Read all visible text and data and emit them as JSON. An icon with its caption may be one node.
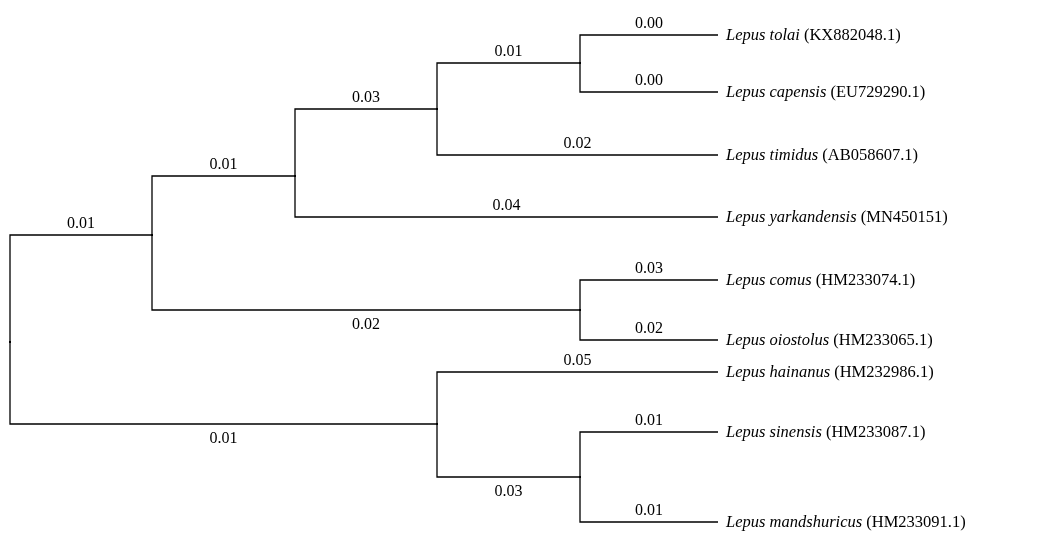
{
  "diagram": {
    "nodes": [
      {
        "text": [],
        "shape": "point"
      },
      {
        "text": [],
        "shape": "point"
      },
      {
        "text": [],
        "shape": "point"
      },
      {
        "text": [],
        "shape": "point"
      },
      {
        "text": [],
        "shape": "point"
      },
      {
        "text": [
          "*Lepus tolai* (KX882048.1)"
        ]
      },
      {
        "text": [
          "*Lepus capensis* (EU729290.1)"
        ]
      },
      {
        "text": [
          "*Lepus timidus* (AB058607.1)"
        ]
      },
      {
        "text": [
          "*Lepus yarkandensis* (MN450151)"
        ]
      },
      {
        "text": [],
        "shape": "point"
      },
      {
        "text": [
          "*Lepus comus* (HM233074.1)"
        ]
      },
      {
        "text": [
          "*Lepus oiostolus* (HM233065.1)"
        ]
      },
      {
        "text": [],
        "shape": "point"
      },
      {
        "text": [
          "*Lepus hainanus* (HM232986.1)"
        ]
      },
      {
        "text": [],
        "shape": "point"
      },
      {
        "text": [
          "*Lepus sinensis* (HM233087.1)"
        ]
      },
      {
        "text": [
          "*Lepus mandshuricus* (HM233091.1)"
        ]
      }
    ],
    "edges": [
      {
        "from": 0,
        "to": 1,
        "arrow": "none",
        "label": "0.01"
      },
      {
        "from": 1,
        "to": 2,
        "arrow": "none",
        "label": "0.01"
      },
      {
        "from": 2,
        "to": 3,
        "arrow": "none",
        "label": "0.03"
      },
      {
        "from": 3,
        "to": 4,
        "arrow": "none",
        "label": "0.01"
      },
      {
        "from": 4,
        "to": 5,
        "arrow": "none",
        "label": "0.00"
      },
      {
        "from": 4,
        "to": 6,
        "arrow": "none",
        "label": "0.00"
      },
      {
        "from": 3,
        "to": 7,
        "arrow": "none",
        "label": "0.02"
      },
      {
        "from": 2,
        "to": 8,
        "arrow": "none",
        "label": "0.04"
      },
      {
        "from": 1,
        "to": 9,
        "arrow": "none",
        "label": "0.02"
      },
      {
        "from": 9,
        "to": 10,
        "arrow": "none",
        "label": "0.03"
      },
      {
        "from": 9,
        "to": 11,
        "arrow": "none",
        "label": "0.02"
      },
      {
        "from": 0,
        "to": 12,
        "arrow": "none",
        "label": "0.01"
      },
      {
        "from": 12,
        "to": 13,
        "arrow": "none",
        "label": "0.05"
      },
      {
        "from": 12,
        "to": 14,
        "arrow": "none",
        "label": "0.03"
      },
      {
        "from": 14,
        "to": 15,
        "arrow": "none",
        "label": "0.01"
      },
      {
        "from": 14,
        "to": 16,
        "arrow": "none",
        "label": "0.01"
      }
    ]
  }
}
